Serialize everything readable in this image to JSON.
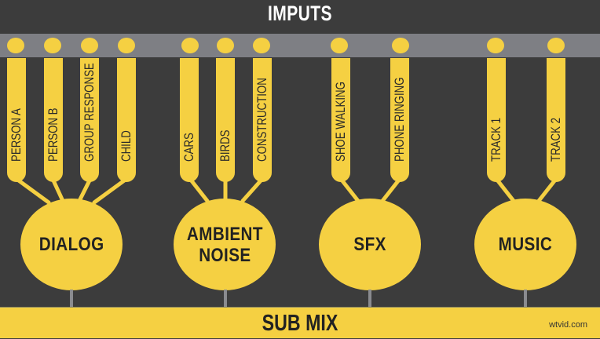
{
  "title": "IMPUTS",
  "colors": {
    "background": "#3c3c3c",
    "input_bar": "#7e7f84",
    "accent_yellow": "#f5d042",
    "stem_gray": "#8a8b8f",
    "title_text": "#ffffff",
    "dark_text": "#222222"
  },
  "groups": [
    {
      "label": "DIALOG",
      "inputs": [
        "PERSON A",
        "PERSON B",
        "GROUP RESPONSE",
        "CHILD"
      ]
    },
    {
      "label": "AMBIENT NOISE",
      "label_line1": "AMBIENT",
      "label_line2": "NOISE",
      "inputs": [
        "CARS",
        "BIRDS",
        "CONSTRUCTION"
      ]
    },
    {
      "label": "SFX",
      "inputs": [
        "SHOE WALKING",
        "PHONE RINGING"
      ]
    },
    {
      "label": "MUSIC",
      "inputs": [
        "TRACK 1",
        "TRACK 2"
      ]
    }
  ],
  "output": {
    "label": "SUB MIX"
  },
  "watermark": "wtvid.com"
}
